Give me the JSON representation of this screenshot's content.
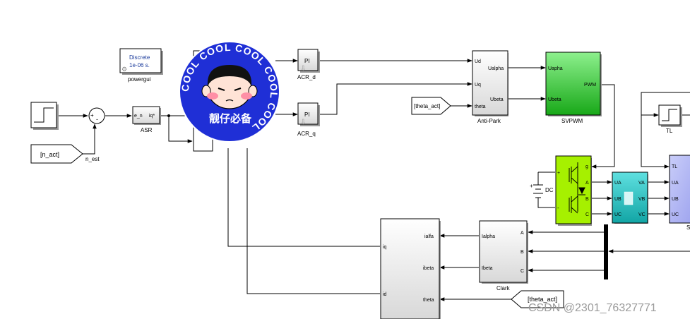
{
  "colors": {
    "badge_blue": "#1f2fd6",
    "svpwm_green": "#2bc02b",
    "inverter_lime": "#a6f000",
    "meter_teal": "#1fb7b7",
    "motor_lavender": "#aab0f2",
    "block_gray": "#e6e6e6",
    "powergui_text": "#1c3c9c"
  },
  "powergui": {
    "line1": "Discrete",
    "line2": "1e-06 s.",
    "label": "powergui"
  },
  "sum": {
    "plus": "+",
    "minus": "-"
  },
  "asr": {
    "in_port": "e_n",
    "out_port": "iq*",
    "label": "ASR"
  },
  "goto_tags": {
    "n_act": "[n_act]",
    "theta_act_top": "[theta_act]",
    "theta_act_bottom": "[theta_act]"
  },
  "n_est_label": "n_est",
  "acr_d": {
    "text": "PI",
    "label": "ACR_d"
  },
  "acr_q": {
    "text": "PI",
    "label": "ACR_q"
  },
  "anti_park": {
    "in_ports": [
      "Ud",
      "Uq",
      "theta"
    ],
    "out_ports": [
      "Ualpha",
      "Ubeta"
    ],
    "label": "Anti-Park"
  },
  "svpwm": {
    "in_ports": [
      "Uapha",
      "Ubeta"
    ],
    "out_port": "PWM",
    "label": "SVPWM"
  },
  "inverter": {
    "ports": [
      "g",
      "A",
      "B",
      "C"
    ],
    "plus": "+",
    "minus": "-"
  },
  "dc": {
    "label": "DC",
    "plus": "+"
  },
  "meter": {
    "in_ports": [
      "UA",
      "UB",
      "UC"
    ],
    "out_ports": [
      "VA",
      "VB",
      "VC"
    ]
  },
  "tl": {
    "label": "TL"
  },
  "motor": {
    "ports": [
      "TL",
      "UA",
      "UB",
      "UC"
    ],
    "cut_label": "S"
  },
  "clark": {
    "in_ports": [
      "A",
      "B",
      "C"
    ],
    "out_ports": [
      "Ialpha",
      "Ibeta"
    ],
    "label": "Clark"
  },
  "park": {
    "in_ports": [
      "ialfa",
      "ibeta",
      "theta"
    ],
    "out_ports": [
      "iq",
      "id"
    ]
  },
  "sticker": {
    "ring_text": "COOL COOL COOL COOL COOL",
    "caption": "靓仔必备"
  },
  "watermark": "CSDN @2301_76327771"
}
